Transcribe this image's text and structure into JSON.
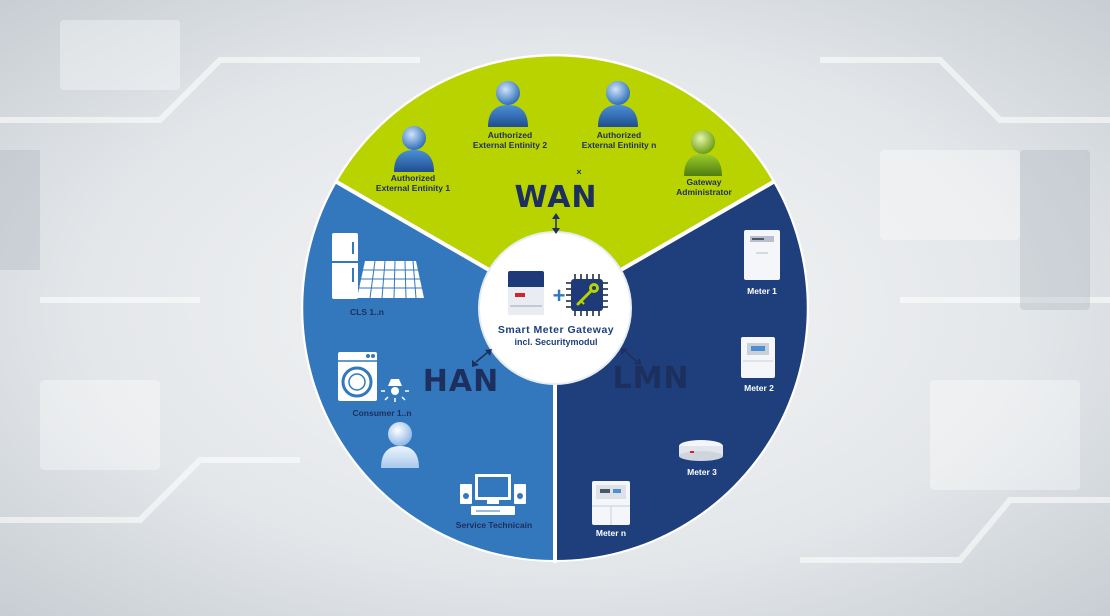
{
  "wan": {
    "title": "WAN",
    "entity1": [
      "Authorized",
      "External Entinity 1"
    ],
    "entity2": [
      "Authorized",
      "External Entinity 2"
    ],
    "entityn": [
      "Authorized",
      "External Entinity n"
    ],
    "separator": "×",
    "admin": [
      "Gateway",
      "Administrator"
    ]
  },
  "han": {
    "title": "HAN",
    "cls": "CLS 1..n",
    "consumer": "Consumer 1..n",
    "technician": "Service Technicain"
  },
  "lmn": {
    "title": "LMN",
    "meter1": "Meter 1",
    "meter2": "Meter 2",
    "meter3": "Meter 3",
    "metern": "Meter n"
  },
  "center": {
    "title": "Smart Meter Gateway",
    "subtitle": "incl. Securitymodul",
    "plus": "+"
  },
  "colors": {
    "wan": "#b9d300",
    "han": "#3377bc",
    "lmn": "#1e3f7c",
    "zone_text": "#1d2f5e",
    "user_blue": "#4f8fd1",
    "user_green": "#8dbd26"
  },
  "icons": [
    "user-icon",
    "admin-icon",
    "fridge-icon",
    "solar-panel-icon",
    "washing-machine-icon",
    "lamp-icon",
    "computer-icon",
    "meter-icon",
    "gateway-icon",
    "security-chip-icon",
    "key-icon"
  ]
}
